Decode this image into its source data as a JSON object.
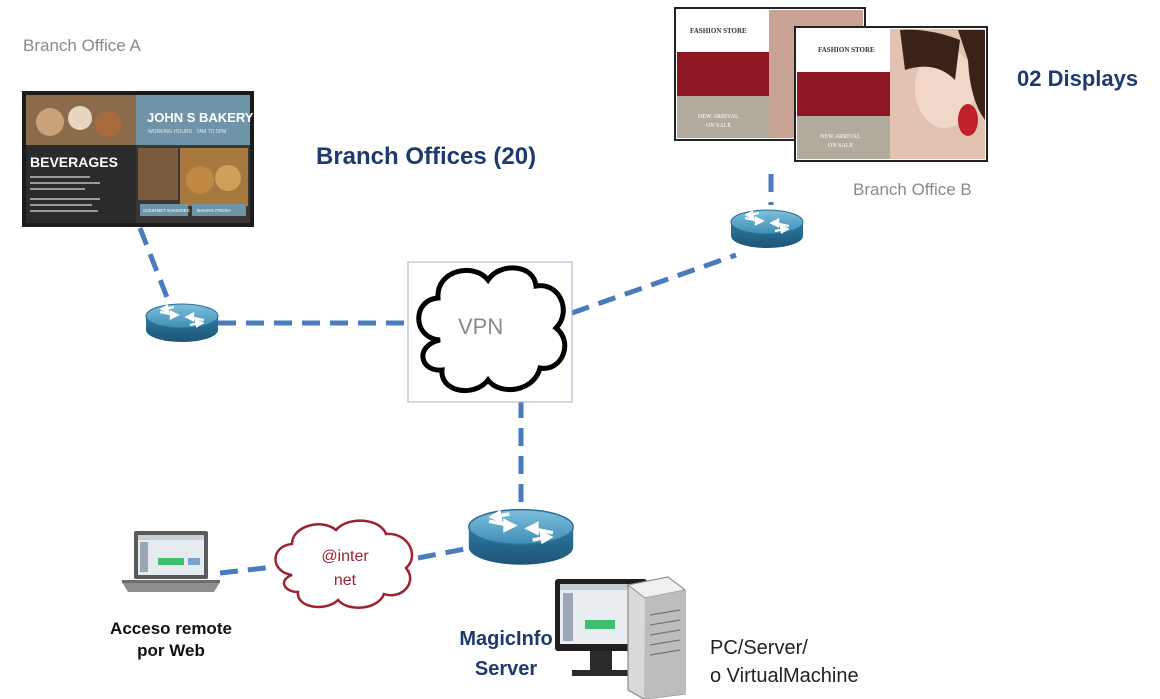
{
  "labels": {
    "branch_a": "Branch Office A",
    "branch_b": "Branch Office B",
    "branch_offices": "Branch Offices (20)",
    "displays": "02 Displays",
    "vpn": "VPN",
    "internet_line1": "@inter",
    "internet_line2": "net",
    "remote_line1": "Acceso remote",
    "remote_line2": "por Web",
    "magicinfo_line1": "MagicInfo",
    "magicinfo_line2": "Server",
    "pc_line1": "PC/Server/",
    "pc_line2": "o VirtualMachine"
  },
  "bakery_display": {
    "title": "JOHN S BAKERY",
    "subtitle": "WORKING HOURS : 7AM TO 5PM",
    "menu_heading": "BEVERAGES",
    "tag_left": "GOURMET BAKERIES",
    "tag_right": "BAKING FRESH"
  },
  "fashion_display": {
    "store_name": "FASHION STORE",
    "line1": "NEW ARRIVAL",
    "line2": "ON SALE"
  },
  "colors": {
    "link": "#4a7bbd",
    "router_top": "#5ba3c6",
    "router_side": "#2a6f94",
    "navy_text": "#1f3a6e",
    "internet_cloud": "#9b2335"
  }
}
